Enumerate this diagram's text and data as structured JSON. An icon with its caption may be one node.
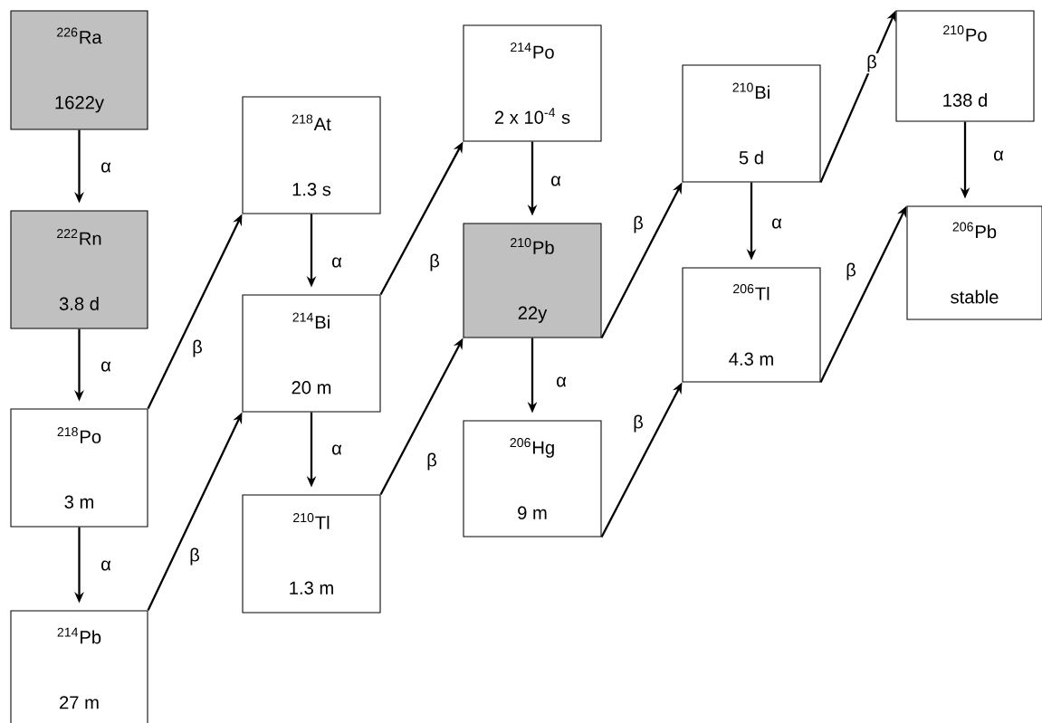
{
  "diagram": {
    "nodes": [
      {
        "text": [
          "$^{226}$Ra",
          "1622y"
        ]
      },
      {
        "text": [
          "$^{222}$Rn",
          "3.8 d"
        ]
      },
      {
        "text": [
          "$^{218}$Po",
          "3 m"
        ]
      },
      {
        "text": [
          "$^{214}$Pb",
          "27 m"
        ]
      },
      {
        "text": [
          "$^{218}$At",
          "1.3 s"
        ]
      },
      {
        "text": [
          "$^{214}$Bi",
          "20 m"
        ]
      },
      {
        "text": [
          "$^{210}$Tl",
          "1.3 m"
        ]
      },
      {
        "text": [
          "$^{214}$Po",
          "2 x 10$^{-4}$ s"
        ]
      },
      {
        "text": [
          "$^{210}$Pb",
          "22y"
        ]
      },
      {
        "text": [
          "$^{206}$Hg",
          "9 m"
        ]
      },
      {
        "text": [
          "$^{210}$Bi",
          "5 d"
        ]
      },
      {
        "text": [
          "$^{206}$Tl",
          "4.3 m"
        ]
      },
      {
        "text": [
          "$^{210}$Po",
          "138 d"
        ]
      },
      {
        "text": [
          "$^{206}$Pb",
          "stable"
        ]
      }
    ],
    "edges": [
      {
        "from": 0,
        "to": 1,
        "arrow": "to",
        "label": "α"
      },
      {
        "from": 1,
        "to": 2,
        "arrow": "to",
        "label": "α"
      },
      {
        "from": 2,
        "to": 3,
        "arrow": "to",
        "label": "α"
      },
      {
        "from": 2,
        "to": 4,
        "arrow": "to",
        "label": "β"
      },
      {
        "from": 3,
        "to": 5,
        "arrow": "to",
        "label": "β"
      },
      {
        "from": 4,
        "to": 5,
        "arrow": "to",
        "label": "α"
      },
      {
        "from": 5,
        "to": 6,
        "arrow": "to",
        "label": "α"
      },
      {
        "from": 5,
        "to": 7,
        "arrow": "to",
        "label": "β"
      },
      {
        "from": 6,
        "to": 8,
        "arrow": "to",
        "label": "β"
      },
      {
        "from": 7,
        "to": 8,
        "arrow": "to",
        "label": "α"
      },
      {
        "from": 8,
        "to": 9,
        "arrow": "to",
        "label": "α"
      },
      {
        "from": 8,
        "to": 10,
        "arrow": "to",
        "label": "β"
      },
      {
        "from": 9,
        "to": 11,
        "arrow": "to",
        "label": "β"
      },
      {
        "from": 10,
        "to": 11,
        "arrow": "to",
        "label": "α"
      },
      {
        "from": 10,
        "to": 12,
        "arrow": "to",
        "label": "β"
      },
      {
        "from": 11,
        "to": 13,
        "arrow": "to",
        "label": "β"
      },
      {
        "from": 12,
        "to": 13,
        "arrow": "to",
        "label": "α"
      }
    ]
  }
}
